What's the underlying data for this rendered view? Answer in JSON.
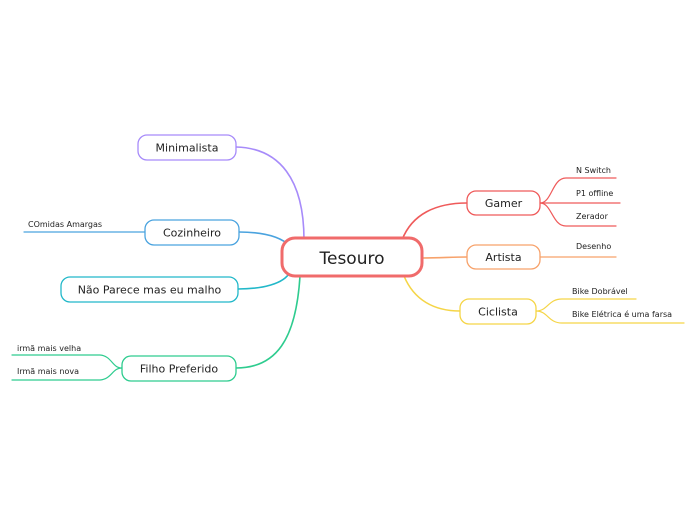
{
  "central": {
    "label": "Tesouro",
    "color": "#f06b6b"
  },
  "left_topics": [
    {
      "label": "Minimalista",
      "color": "#a78bfa",
      "leaves": []
    },
    {
      "label": "Cozinheiro",
      "color": "#4aa3df",
      "leaves": [
        "COmidas Amargas"
      ]
    },
    {
      "label": "Não Parece mas eu malho",
      "color": "#22b8c9",
      "leaves": []
    },
    {
      "label": "Filho Preferido",
      "color": "#2ecc8f",
      "leaves": [
        "irmã mais velha",
        "Irmã mais nova"
      ]
    }
  ],
  "right_topics": [
    {
      "label": "Gamer",
      "color": "#ef5a5a",
      "leaves": [
        "N Switch",
        "P1 offline",
        "Zerador"
      ]
    },
    {
      "label": "Artista",
      "color": "#f7a26b",
      "leaves": [
        "Desenho"
      ]
    },
    {
      "label": "Ciclista",
      "color": "#f5d547",
      "leaves": [
        "Bike Dobrável",
        "Bike Elétrica é uma farsa"
      ]
    }
  ]
}
